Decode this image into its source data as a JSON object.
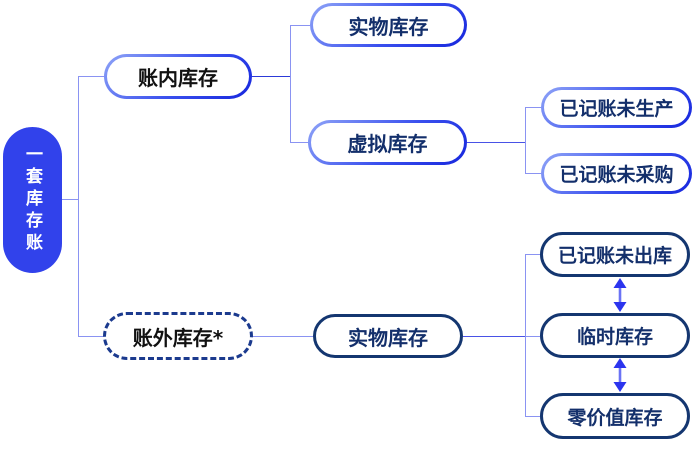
{
  "diagram": {
    "title": "inventory-account-structure",
    "nodes": {
      "root": {
        "label": "一套库存账"
      },
      "in_book": {
        "label": "账内库存"
      },
      "physical_in": {
        "label": "实物库存"
      },
      "virtual": {
        "label": "虚拟库存"
      },
      "booked_not_produced": {
        "label": "已记账未生产"
      },
      "booked_not_purchased": {
        "label": "已记账未采购"
      },
      "off_book": {
        "label": "账外库存*"
      },
      "physical_off": {
        "label": "实物库存"
      },
      "booked_not_shipped": {
        "label": "已记账未出库"
      },
      "temporary": {
        "label": "临时库存"
      },
      "zero_value": {
        "label": "零价值库存"
      }
    },
    "edges": [
      {
        "from": "root",
        "to": "in_book",
        "type": "tree"
      },
      {
        "from": "root",
        "to": "off_book",
        "type": "tree"
      },
      {
        "from": "in_book",
        "to": "physical_in",
        "type": "tree"
      },
      {
        "from": "in_book",
        "to": "virtual",
        "type": "tree"
      },
      {
        "from": "virtual",
        "to": "booked_not_produced",
        "type": "tree"
      },
      {
        "from": "virtual",
        "to": "booked_not_purchased",
        "type": "tree"
      },
      {
        "from": "off_book",
        "to": "physical_off",
        "type": "tree"
      },
      {
        "from": "physical_off",
        "to": "booked_not_shipped",
        "type": "tree"
      },
      {
        "from": "physical_off",
        "to": "temporary",
        "type": "tree"
      },
      {
        "from": "physical_off",
        "to": "zero_value",
        "type": "tree"
      },
      {
        "from": "booked_not_shipped",
        "to": "temporary",
        "type": "bidirectional-arrow"
      },
      {
        "from": "temporary",
        "to": "zero_value",
        "type": "bidirectional-arrow"
      }
    ],
    "colors": {
      "root_fill": "#3142eb",
      "gradient_border_light": "#8fa4f7",
      "gradient_border_dark": "#1626dd",
      "navy_border": "#143670",
      "dashed_border": "#1b3a8e",
      "navy_text": "#132f6b",
      "black_text": "#111111",
      "connector": "#8a93f2",
      "connector_dark": "#2c3ad8",
      "arrow": "#2b34ee"
    }
  }
}
